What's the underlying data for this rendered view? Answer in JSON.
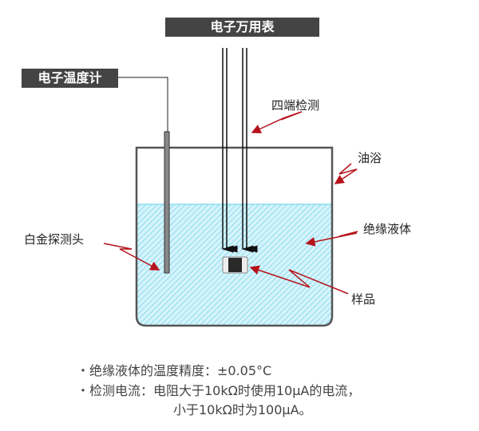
{
  "title_meter": "电子万用表",
  "title_thermometer": "电子温度计",
  "labels": {
    "four_terminal": "四端检测",
    "oil_bath": "油浴",
    "insulating_liquid": "绝缘液体",
    "sample": "样品",
    "platinum_probe": "白金探测头"
  },
  "notes": [
    "・绝缘液体的温度精度：±0.05°C",
    "・检测电流：电阻大于10kΩ时使用10μA的电流，",
    "小于10kΩ时为100μA。"
  ],
  "colors": {
    "liquid": "#a6e6f5",
    "arrow": "#b5121b",
    "label_bg": "#444444"
  }
}
